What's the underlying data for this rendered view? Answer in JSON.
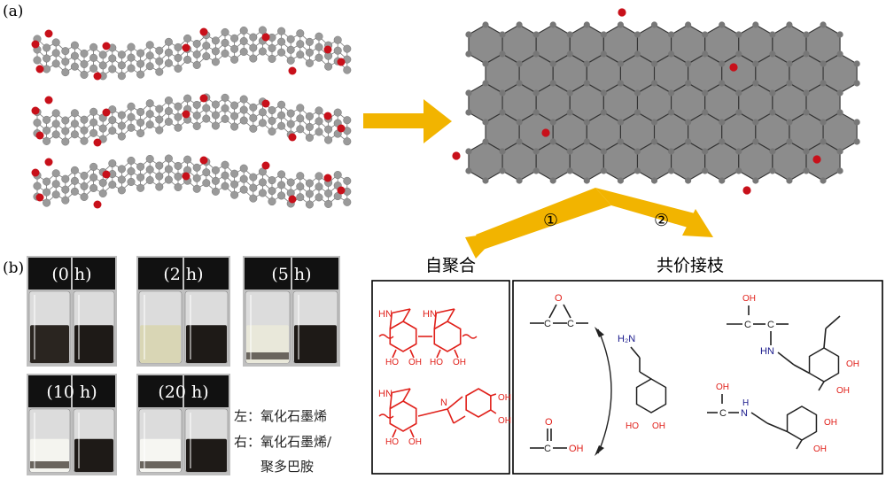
{
  "panel_labels": {
    "a": "(a)",
    "b": "(b)"
  },
  "pathways": {
    "marker_1": "①",
    "marker_2": "②",
    "self_polymerization": "自聚合",
    "covalent_grafting": "共价接枝"
  },
  "vials": [
    {
      "time": "(0 h)"
    },
    {
      "time": "(2 h)"
    },
    {
      "time": "(5 h)"
    },
    {
      "time": "(10 h)"
    },
    {
      "time": "(20 h)"
    }
  ],
  "legend": {
    "left": "左：氧化石墨烯",
    "right": "右：氧化石墨烯/",
    "right_cont": "聚多巴胺"
  },
  "chem_labels": {
    "hn": "HN",
    "oh": "OH",
    "ho": "HO",
    "h2n": "H₂N",
    "o": "O",
    "c": "C",
    "n": "N",
    "h": "H"
  },
  "colors": {
    "arrow": "#f2b400",
    "red_structure": "#e0201a",
    "amine_blue": "#1a1a8c",
    "carbon_atom": "#9a9a9a",
    "oxygen_atom": "#c8101a",
    "graphene_fill": "#8c8c8c"
  }
}
